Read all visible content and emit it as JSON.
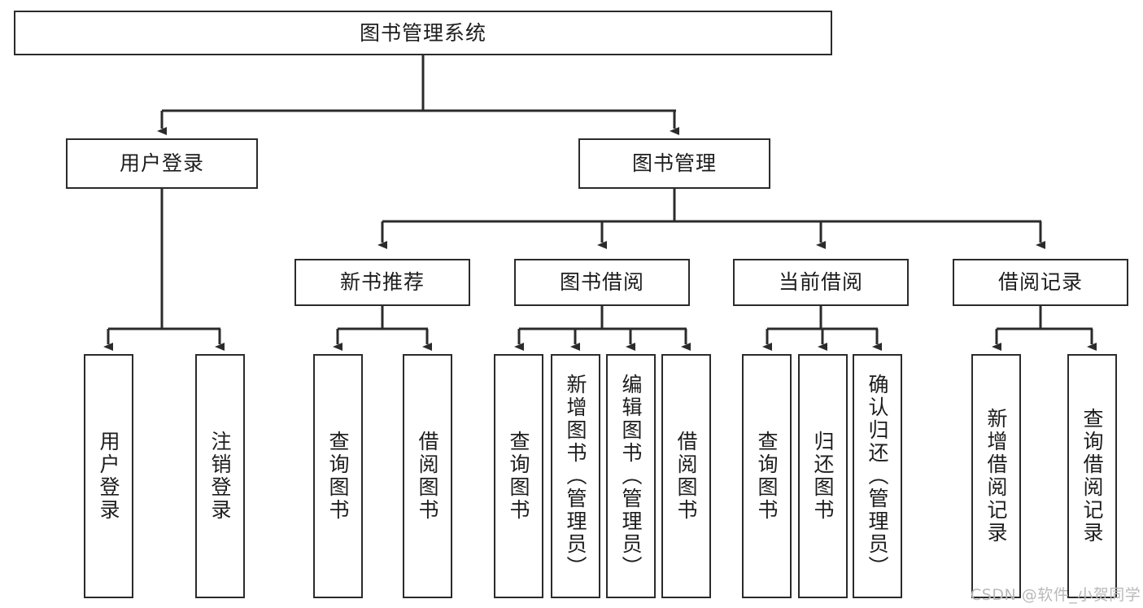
{
  "diagram": {
    "title": "图书管理系统",
    "type": "tree",
    "watermark": "CSDN @软件_小贺同学",
    "colors": {
      "box_border": "#2b2b2b",
      "box_fill": "#ffffff",
      "edge": "#2b2b2b",
      "text": "#1d1d1d",
      "watermark": "#b9b9b9",
      "background": "#ffffff"
    },
    "root": {
      "label": "图书管理系统"
    },
    "level2": [
      {
        "label": "用户登录"
      },
      {
        "label": "图书管理"
      }
    ],
    "level3": [
      {
        "label": "新书推荐"
      },
      {
        "label": "图书借阅"
      },
      {
        "label": "当前借阅"
      },
      {
        "label": "借阅记录"
      }
    ],
    "leaves": {
      "user_login": [
        {
          "label": "用户登录"
        },
        {
          "label": "注销登录"
        }
      ],
      "new_book": [
        {
          "label": "查询图书"
        },
        {
          "label": "借阅图书"
        }
      ],
      "borrow_book": [
        {
          "label": "查询图书"
        },
        {
          "label": "新增图书（管理员）"
        },
        {
          "label": "编辑图书（管理员）"
        },
        {
          "label": "借阅图书"
        }
      ],
      "current_borrow": [
        {
          "label": "查询图书"
        },
        {
          "label": "归还图书"
        },
        {
          "label": "确认归还（管理员）"
        }
      ],
      "borrow_record": [
        {
          "label": "新增借阅记录"
        },
        {
          "label": "查询借阅记录"
        }
      ]
    }
  }
}
